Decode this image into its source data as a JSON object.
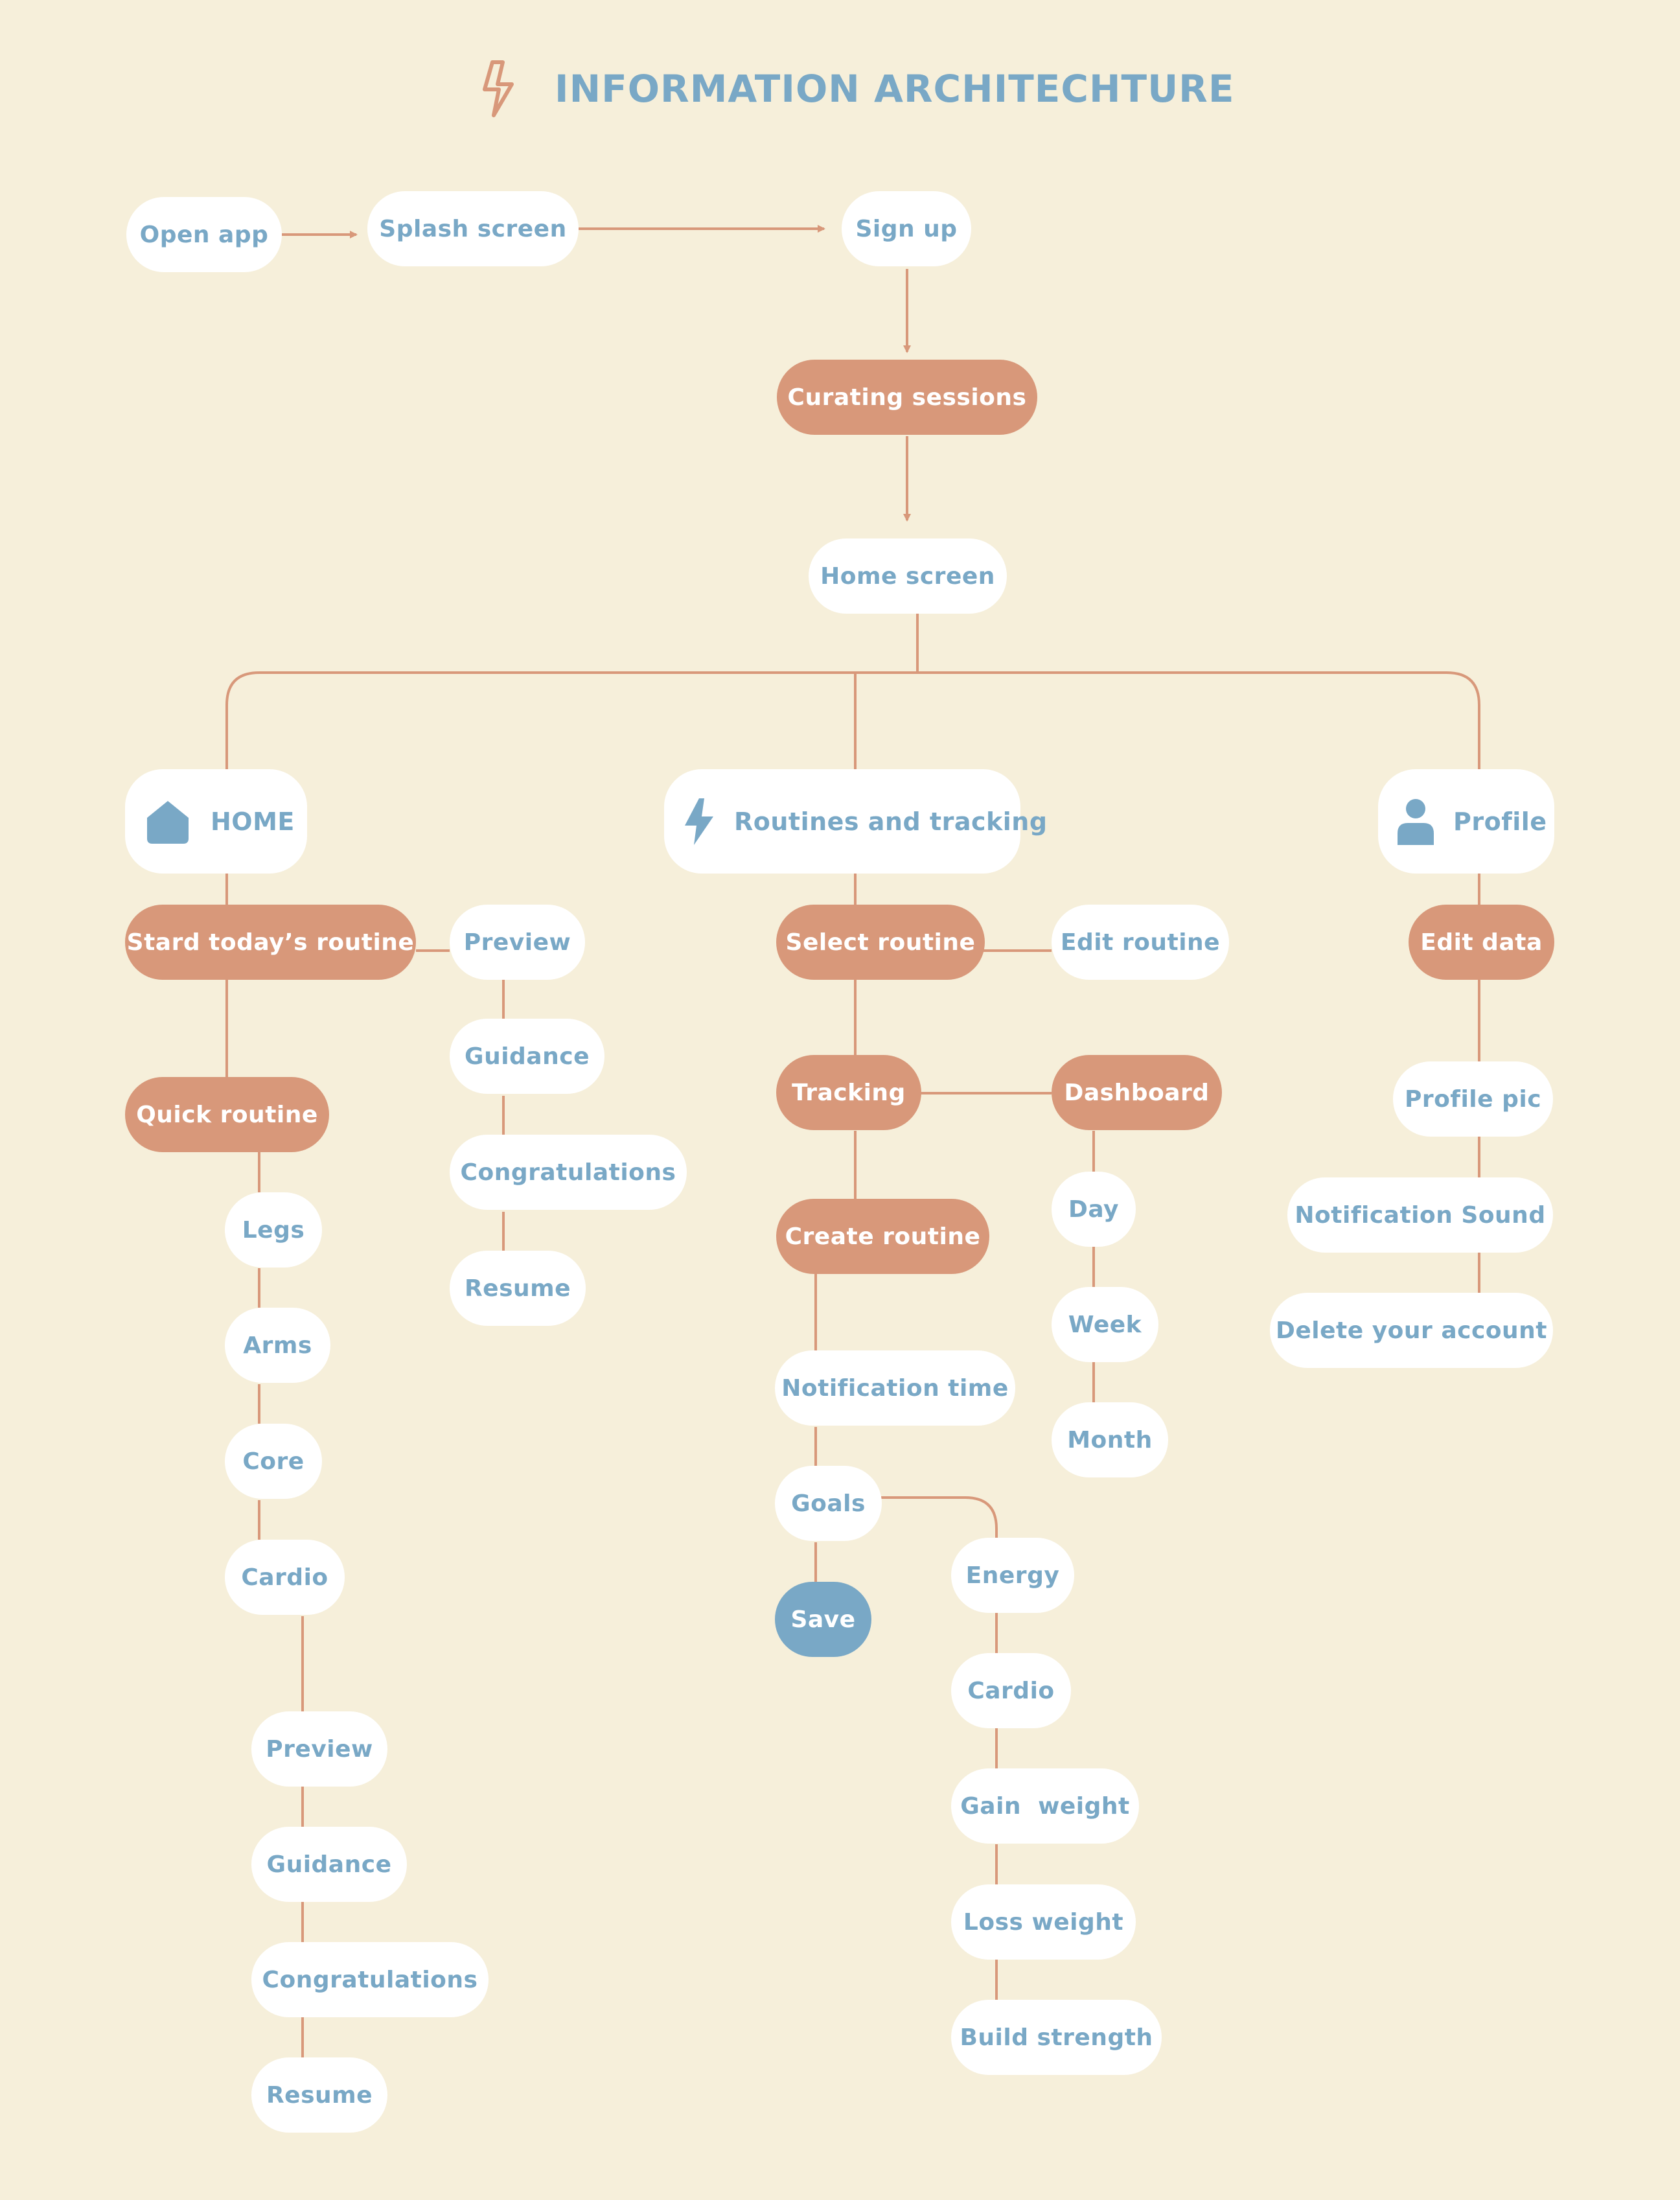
{
  "title": "INFORMATION ARCHITECHTURE",
  "colors": {
    "background": "#F6EFDA",
    "accent_orange": "#D8987A",
    "accent_blue": "#79A8C6",
    "node_white": "#FFFFFF"
  },
  "icons": {
    "title": "lightning-icon",
    "home": "home-icon",
    "routines": "lightning-icon",
    "profile": "person-icon"
  },
  "flow": {
    "open_app": "Open app",
    "splash_screen": "Splash screen",
    "sign_up": "Sign up",
    "curating_sessions": "Curating sessions",
    "home_screen": "Home screen"
  },
  "home": {
    "label": "HOME",
    "start_routine": "Stard today’s routine",
    "preview": "Preview",
    "guidance": "Guidance",
    "congratulations": "Congratulations",
    "resume": "Resume",
    "quick_routine": "Quick routine",
    "legs": "Legs",
    "arms": "Arms",
    "core": "Core",
    "cardio": "Cardio",
    "preview2": "Preview",
    "guidance2": "Guidance",
    "congratulations2": "Congratulations",
    "resume2": "Resume"
  },
  "routines": {
    "label": "Routines and tracking",
    "select_routine": "Select routine",
    "edit_routine": "Edit routine",
    "tracking": "Tracking",
    "dashboard": "Dashboard",
    "day": "Day",
    "week": "Week",
    "month": "Month",
    "create_routine": "Create routine",
    "notification_time": "Notification time",
    "goals": "Goals",
    "save": "Save",
    "energy": "Energy",
    "cardio": "Cardio",
    "gain_weight": "Gain  weight",
    "loss_weight": "Loss weight",
    "build_strength": "Build strength"
  },
  "profile": {
    "label": "Profile",
    "edit_data": "Edit data",
    "profile_pic": "Profile pic",
    "notification_sound": "Notification Sound",
    "delete_account": "Delete your account"
  }
}
